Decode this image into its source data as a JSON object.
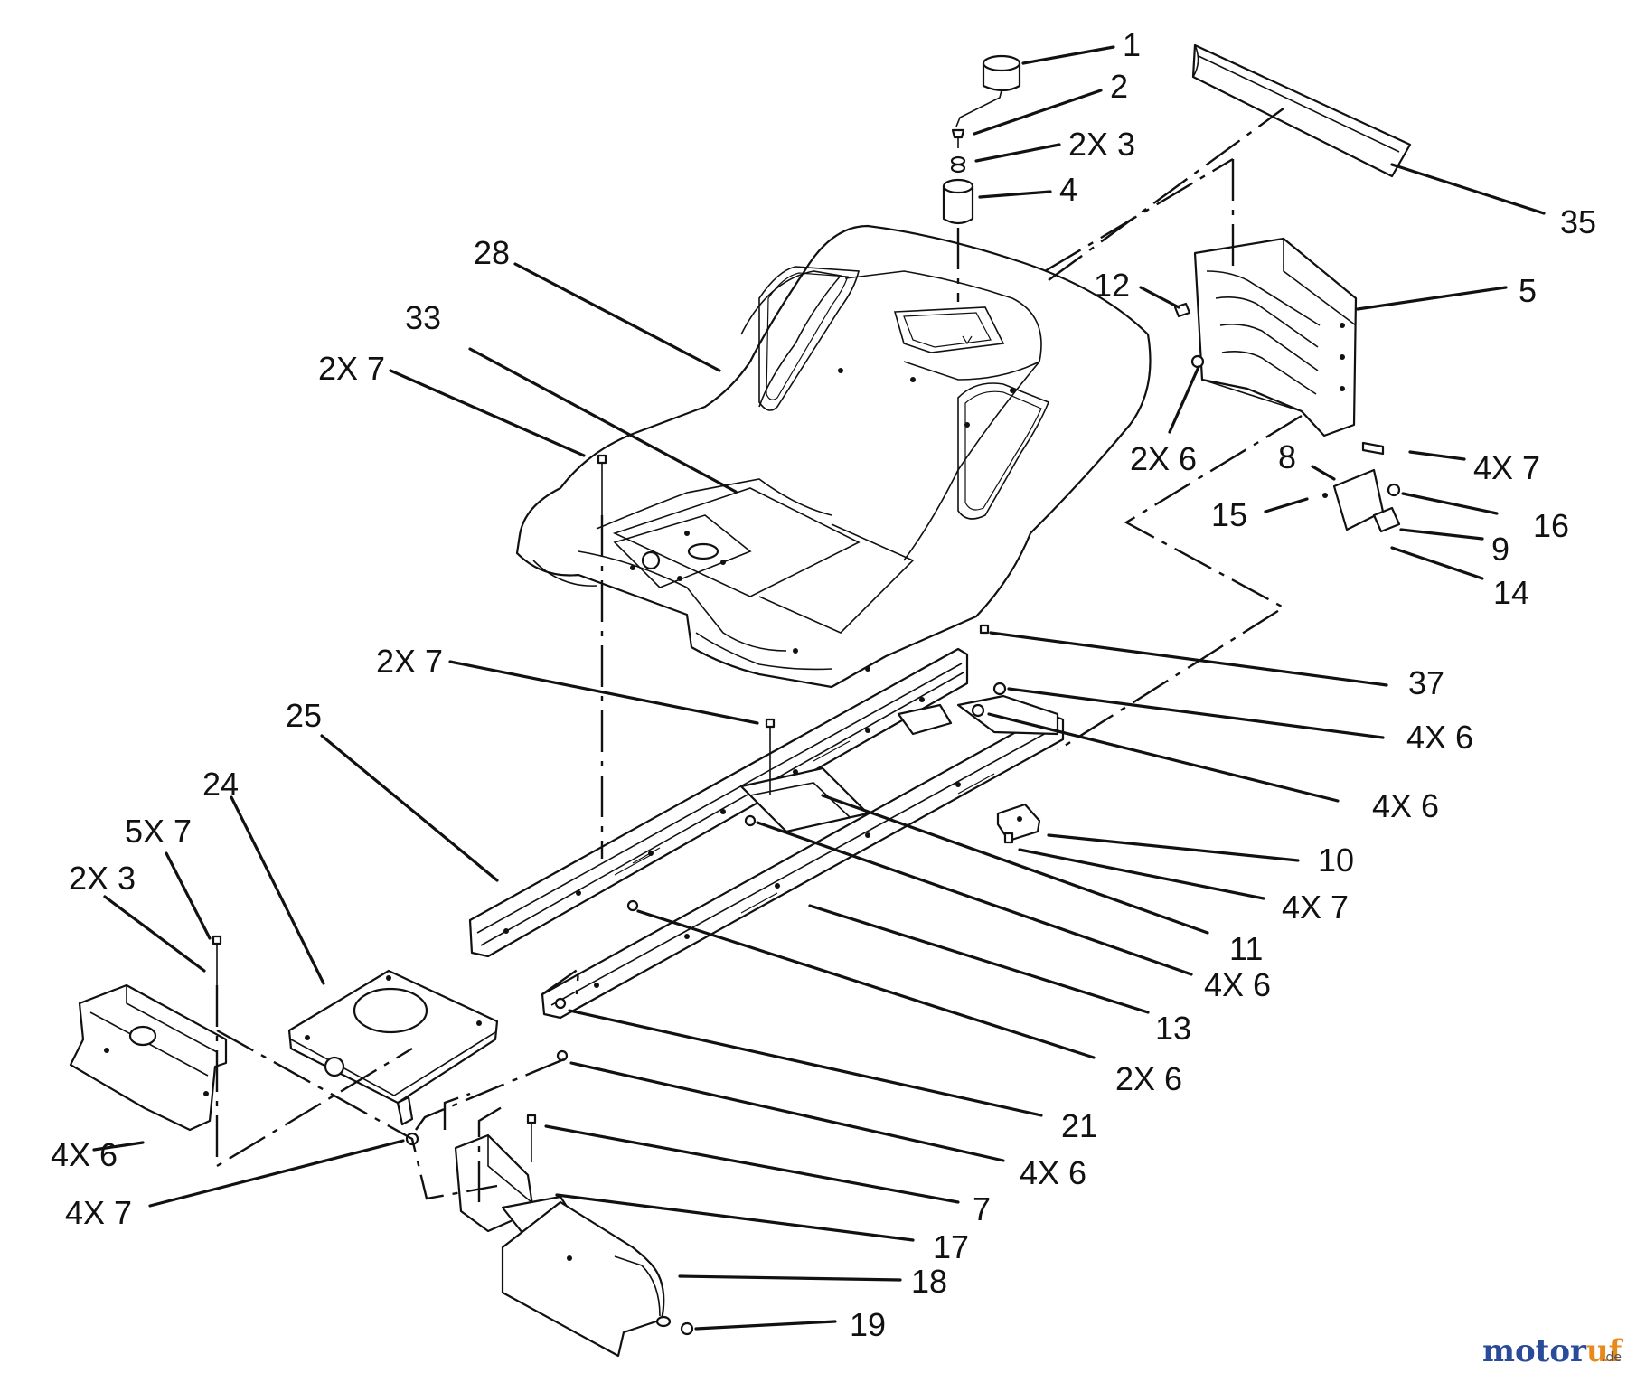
{
  "callouts": [
    {
      "id": "c1",
      "text": "1"
    },
    {
      "id": "c2",
      "text": "2"
    },
    {
      "id": "c3",
      "text": "2X 3"
    },
    {
      "id": "c4",
      "text": "4"
    },
    {
      "id": "c35",
      "text": "35"
    },
    {
      "id": "c28",
      "text": "28"
    },
    {
      "id": "c12",
      "text": "12"
    },
    {
      "id": "c5",
      "text": "5"
    },
    {
      "id": "c33",
      "text": "33"
    },
    {
      "id": "c2x7a",
      "text": "2X 7"
    },
    {
      "id": "c2x6a",
      "text": "2X 6"
    },
    {
      "id": "c8",
      "text": "8"
    },
    {
      "id": "c4x7a",
      "text": "4X 7"
    },
    {
      "id": "c15",
      "text": "15"
    },
    {
      "id": "c16",
      "text": "16"
    },
    {
      "id": "c9",
      "text": "9"
    },
    {
      "id": "c14",
      "text": "14"
    },
    {
      "id": "c2x7b",
      "text": "2X 7"
    },
    {
      "id": "c37",
      "text": "37"
    },
    {
      "id": "c25",
      "text": "25"
    },
    {
      "id": "c4x6a",
      "text": "4X 6"
    },
    {
      "id": "c24",
      "text": "24"
    },
    {
      "id": "c4x6b",
      "text": "4X 6"
    },
    {
      "id": "c5x7",
      "text": "5X 7"
    },
    {
      "id": "c10",
      "text": "10"
    },
    {
      "id": "c2x3b",
      "text": "2X 3"
    },
    {
      "id": "c4x7b",
      "text": "4X 7"
    },
    {
      "id": "c11",
      "text": "11"
    },
    {
      "id": "c4x6c",
      "text": "4X 6"
    },
    {
      "id": "c13",
      "text": "13"
    },
    {
      "id": "c2x6b",
      "text": "2X 6"
    },
    {
      "id": "c4x6d",
      "text": "4X 6"
    },
    {
      "id": "c21",
      "text": "21"
    },
    {
      "id": "c4x6e",
      "text": "4X 6"
    },
    {
      "id": "c4x7c",
      "text": "4X 7"
    },
    {
      "id": "c7",
      "text": "7"
    },
    {
      "id": "c17",
      "text": "17"
    },
    {
      "id": "c18",
      "text": "18"
    },
    {
      "id": "c19",
      "text": "19"
    }
  ],
  "watermark": {
    "main": "motoruf",
    "suffix": ".de"
  },
  "colors": {
    "ink": "#111111",
    "brand_blue": "#2a4a9a",
    "brand_orange": "#e8891c"
  }
}
